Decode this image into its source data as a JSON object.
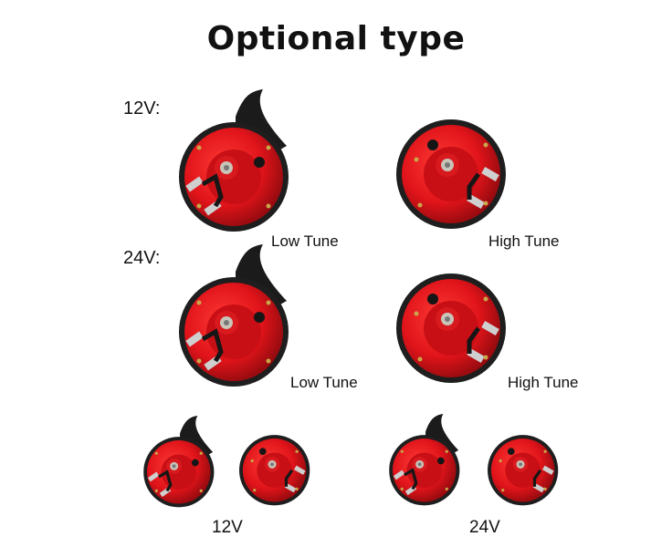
{
  "title": "Optional type",
  "rows": {
    "v12": "12V:",
    "v24": "24V:"
  },
  "labels": {
    "low_tune_12": "Low Tune",
    "high_tune_12": "High Tune",
    "low_tune_24": "Low Tune",
    "high_tune_24": "High Tune",
    "bottom_12": "12V",
    "bottom_24": "24V"
  },
  "colors": {
    "horn_red": "#e0141a",
    "horn_dark_red": "#a30b10",
    "horn_black": "#1b1b1b"
  }
}
